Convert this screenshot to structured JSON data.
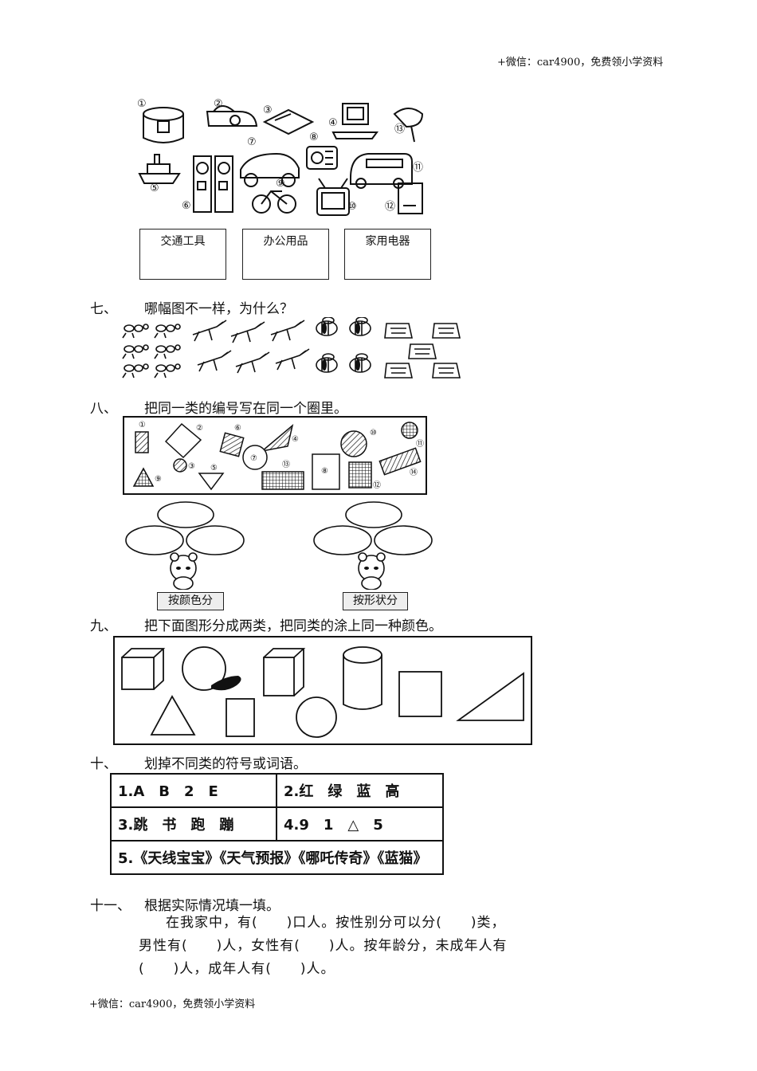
{
  "header_note": "+微信：car4900，免费领小学资料",
  "footer_note": "+微信：car4900，免费领小学资料",
  "q6": {
    "numbers": [
      "①",
      "②",
      "③",
      "④",
      "⑤",
      "⑥",
      "⑦",
      "⑧",
      "⑨",
      "⑩",
      "⑪",
      "⑫",
      "⑬"
    ],
    "categories": [
      "交通工具",
      "办公用品",
      "家用电器"
    ]
  },
  "q7": {
    "num": "七、",
    "text": "哪幅图不一样，为什么？"
  },
  "q8": {
    "num": "八、",
    "text": "把同一类的编号写在同一个圈里。",
    "numbers": [
      "①",
      "②",
      "③",
      "④",
      "⑤",
      "⑥",
      "⑦",
      "⑧",
      "⑨",
      "⑩",
      "⑪",
      "⑫",
      "⑬",
      "⑭"
    ],
    "groups": [
      "按颜色分",
      "按形状分"
    ]
  },
  "q9": {
    "num": "九、",
    "text": "把下面图形分成两类，把同类的涂上同一种颜色。"
  },
  "q10": {
    "num": "十、",
    "text": "划掉不同类的符号或词语。",
    "cells": [
      "1.A　B　2　E",
      "2.红　绿　蓝　高",
      "3.跳　书　跑　蹦",
      "4.9　1　△　5",
      "5.《天线宝宝》《天气预报》《哪吒传奇》《蓝猫》"
    ]
  },
  "q11": {
    "num": "十一、",
    "text": "根据实际情况填一填。",
    "line1": "在我家中，有(　　)口人。按性别分可以分(　　)类，",
    "line2": "男性有(　　)人，女性有(　　)人。按年龄分，未成年人有",
    "line3": "(　　)人，成年人有(　　)人。"
  }
}
